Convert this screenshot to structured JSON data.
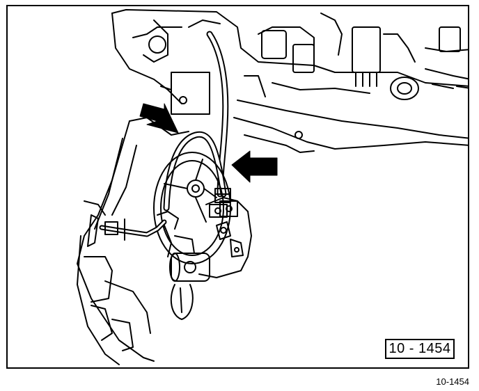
{
  "figure": {
    "label": "10 - 1454",
    "code": "10-1454"
  },
  "colors": {
    "ink": "#000000",
    "paper": "#ffffff"
  },
  "callouts": [
    {
      "name": "arrow-upper-left",
      "icon": "arrow-down-right"
    },
    {
      "name": "arrow-right",
      "icon": "arrow-left"
    }
  ]
}
